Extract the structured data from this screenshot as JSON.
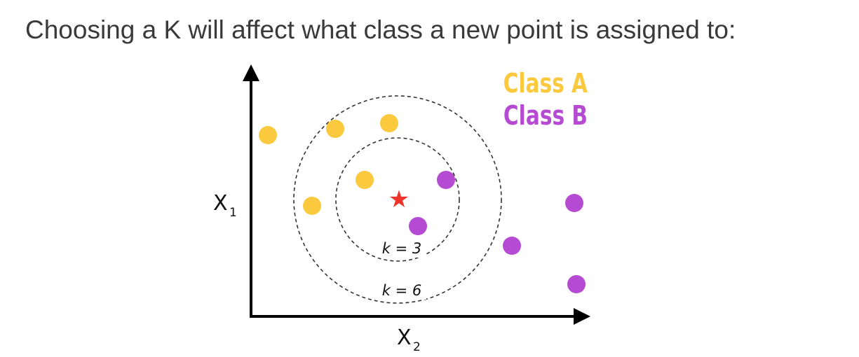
{
  "title": "Choosing a K will affect what class a new point is assigned to:",
  "axes": {
    "y_label": "X",
    "y_sub": "1",
    "x_label": "X",
    "x_sub": "2"
  },
  "circles": [
    {
      "label": "k = 3",
      "k": 3
    },
    {
      "label": "k = 6",
      "k": 6
    }
  ],
  "legend": [
    {
      "label": "Class A",
      "color": "#fbc93d"
    },
    {
      "label": "Class B",
      "color": "#b64bd3"
    }
  ],
  "new_point": {
    "symbol": "★",
    "color": "#f0342b"
  },
  "colors": {
    "class_a": "#fbc93d",
    "class_b": "#b64bd3",
    "axis": "#000000"
  }
}
